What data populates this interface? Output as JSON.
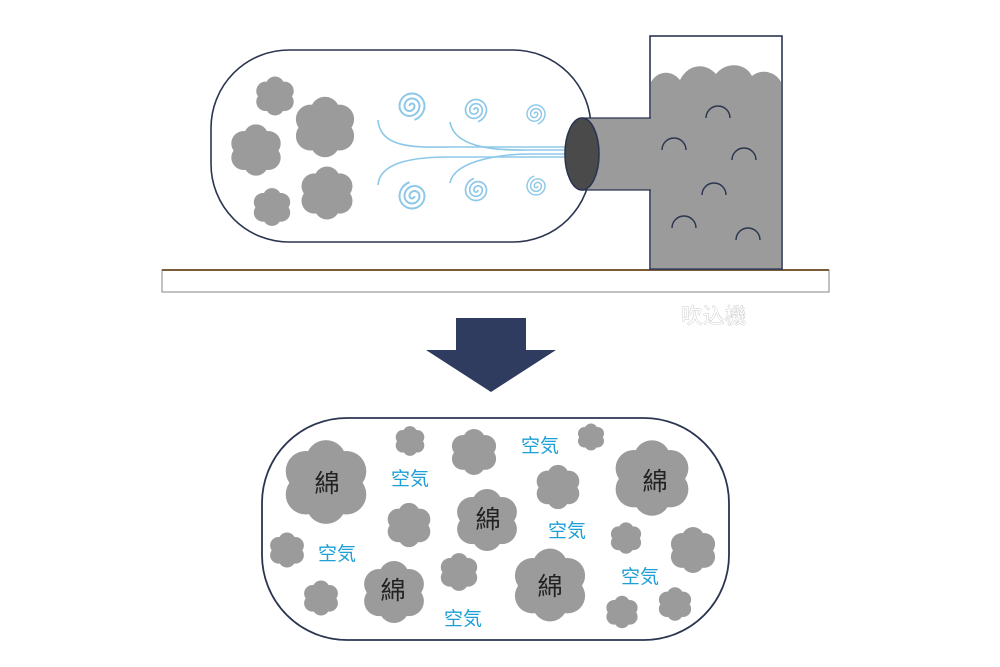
{
  "blower_label": "吹込機",
  "cotton_label": "綿",
  "air_label": "空気",
  "colors": {
    "cotton": "#9b9b9b",
    "swirl": "#8dc8e8",
    "outline": "#2b3550",
    "arrow": "#2f3b5f",
    "air_text": "#1e9fd6",
    "floor_line": "#7a5c3a"
  }
}
